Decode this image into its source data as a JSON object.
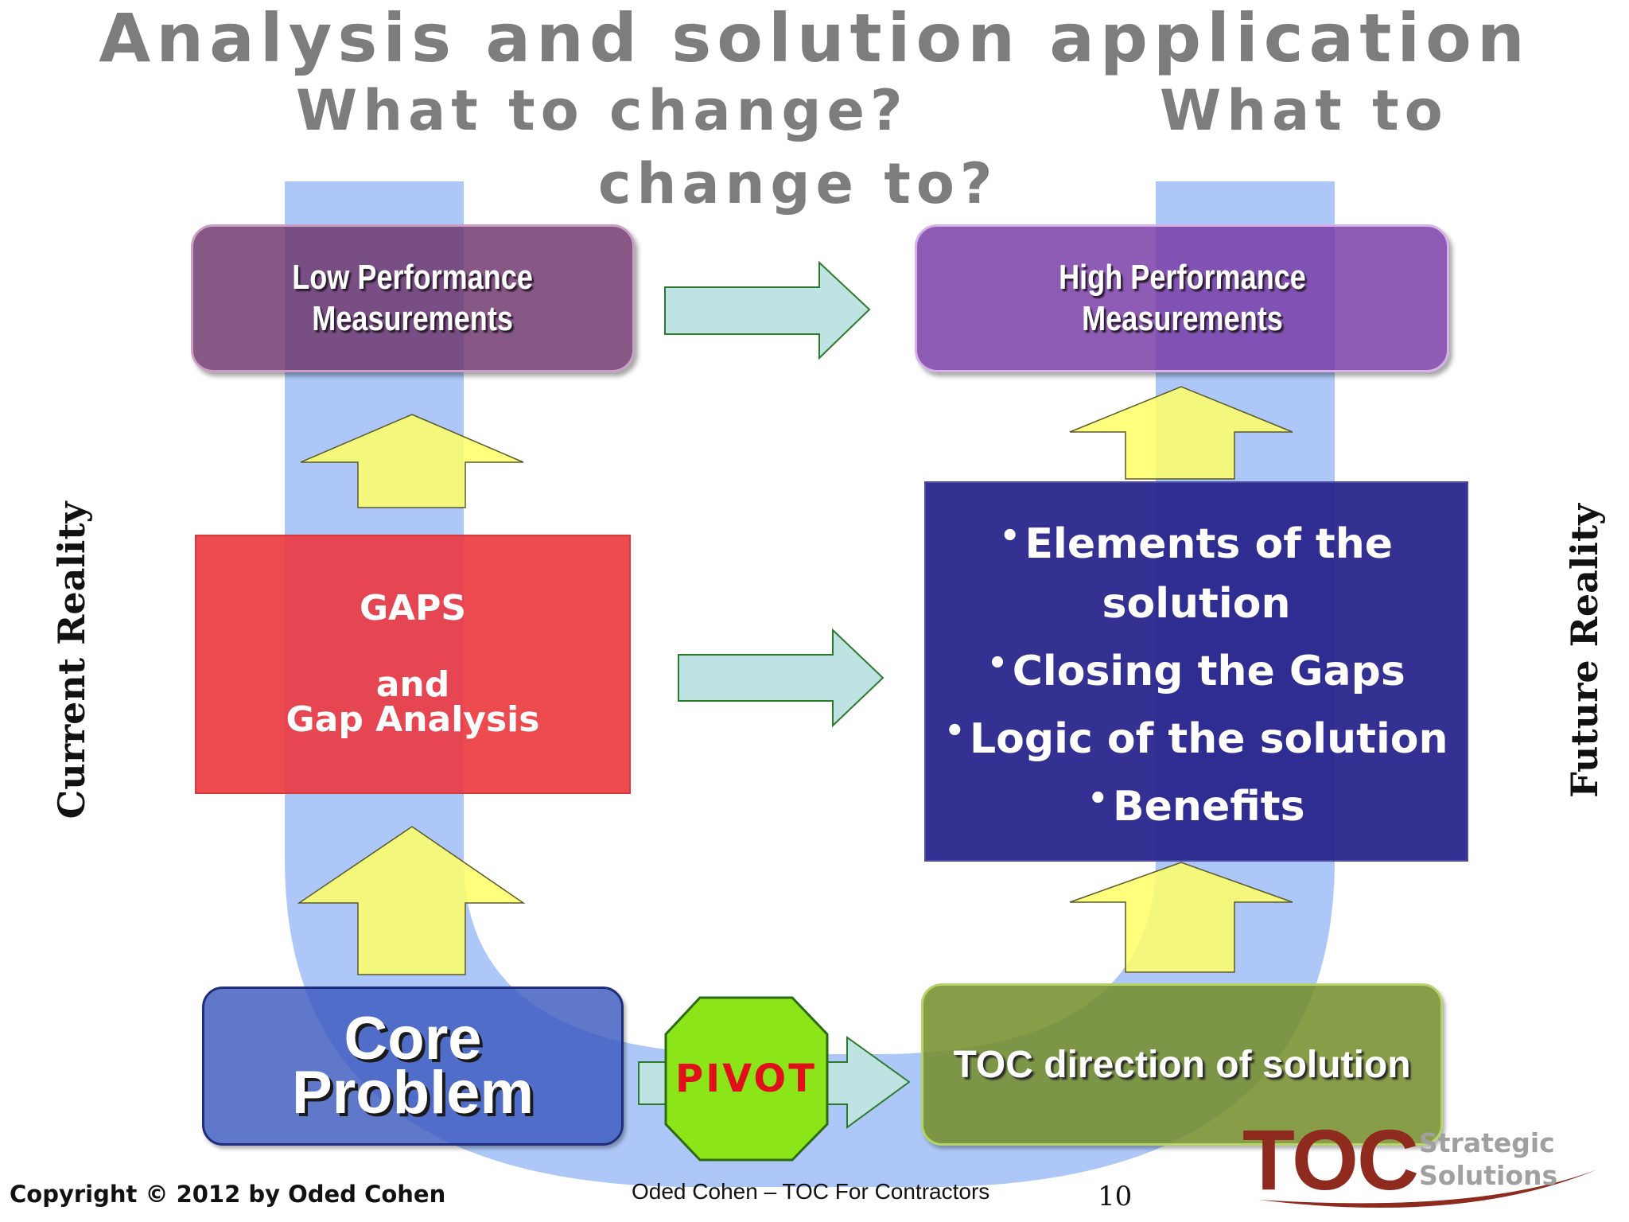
{
  "slide": {
    "title": "Analysis and solution application",
    "question_left": "What to change?",
    "question_right_line1": "What to",
    "question_right_line2": "change to?",
    "side_label_left": "Current Reality",
    "side_label_right": "Future Reality"
  },
  "boxes": {
    "low_performance": {
      "line1": "Low Performance",
      "line2": "Measurements"
    },
    "high_performance": {
      "line1": "High Performance",
      "line2": "Measurements"
    },
    "gaps": {
      "line1": "GAPS",
      "line2": "and",
      "line3": "Gap Analysis"
    },
    "solution": {
      "bullet": "•",
      "items": [
        "Elements of the solution",
        "Closing the Gaps",
        "Logic of the solution",
        "Benefits"
      ],
      "item1_line1": "Elements of the",
      "item1_line2": "solution"
    },
    "core_problem": {
      "line1": "Core",
      "line2": "Problem"
    },
    "toc_direction": {
      "label": "TOC direction of solution"
    },
    "pivot": {
      "label": "PIVOT"
    }
  },
  "footer": {
    "copyright": "Copyright © 2012 by Oded Cohen",
    "center": "Oded Cohen – TOC For Contractors",
    "page_number": "10"
  },
  "logo": {
    "main": "TOC",
    "line1": "Strategic",
    "line2": "Solutions"
  },
  "colors": {
    "title_gray": "#7d7d7d",
    "u_band_blue": "#a4c2f7",
    "low_box_purple": "#6d336a",
    "high_box_purple": "#7538a5",
    "gaps_red": "#ec373e",
    "solution_navy": "#26218a",
    "core_blue": "#3c5abe",
    "toc_olive": "#738c28",
    "pivot_green": "#8be519",
    "pivot_red": "#e0101a",
    "arrow_yellow": "#ffff66",
    "arrow_teal": "#bfe3e3",
    "logo_red": "#8e2a1e"
  },
  "icons": [
    "up-arrow-icon",
    "right-arrow-icon",
    "octagon-icon",
    "swoosh-icon"
  ]
}
